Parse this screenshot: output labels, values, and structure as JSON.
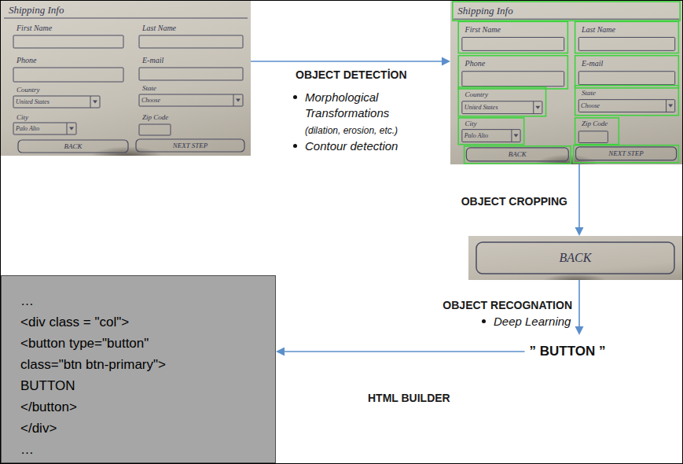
{
  "diagram": {
    "nodes": [
      {
        "text": [
          "Shipping Info",
          "First Name",
          "Last Name",
          "Phone",
          "E-mail",
          "Country",
          "State",
          "United States",
          "Choose",
          "City",
          "Zip Code",
          "Palo Alto",
          "BACK",
          "NEXT STEP"
        ]
      },
      {
        "text": [
          "Shipping Info",
          "First Name",
          "Last Name",
          "Phone",
          "E-mail",
          "Country",
          "State",
          "United States",
          "Choose",
          "City",
          "Zip Code",
          "Palo Alto",
          "BACK",
          "NEXT STEP"
        ]
      },
      {
        "text": [
          "BACK"
        ]
      },
      {
        "text": [
          "” BUTTON ”"
        ]
      },
      {
        "text": [
          "…",
          "<div class = \"col\">",
          "<button type=\"button\"",
          "class=\"btn btn-primary\">",
          "BUTTON",
          "</button>",
          "</div>",
          "…"
        ]
      }
    ],
    "edges": [
      {
        "from": 0,
        "to": 1,
        "label": "OBJECT DETECTİON",
        "arrow": "to"
      },
      {
        "from": 1,
        "to": 2,
        "label": "OBJECT CROPPING",
        "arrow": "to"
      },
      {
        "from": 2,
        "to": 3,
        "label": "OBJECT RECOGNATION",
        "arrow": "to"
      },
      {
        "from": 3,
        "to": 4,
        "label": "HTML BUILDER",
        "arrow": "to"
      }
    ],
    "labels": [
      "Morphological Transformations",
      "(dilation, erosion, etc.)",
      "Contour detection",
      "Deep Learning"
    ]
  }
}
